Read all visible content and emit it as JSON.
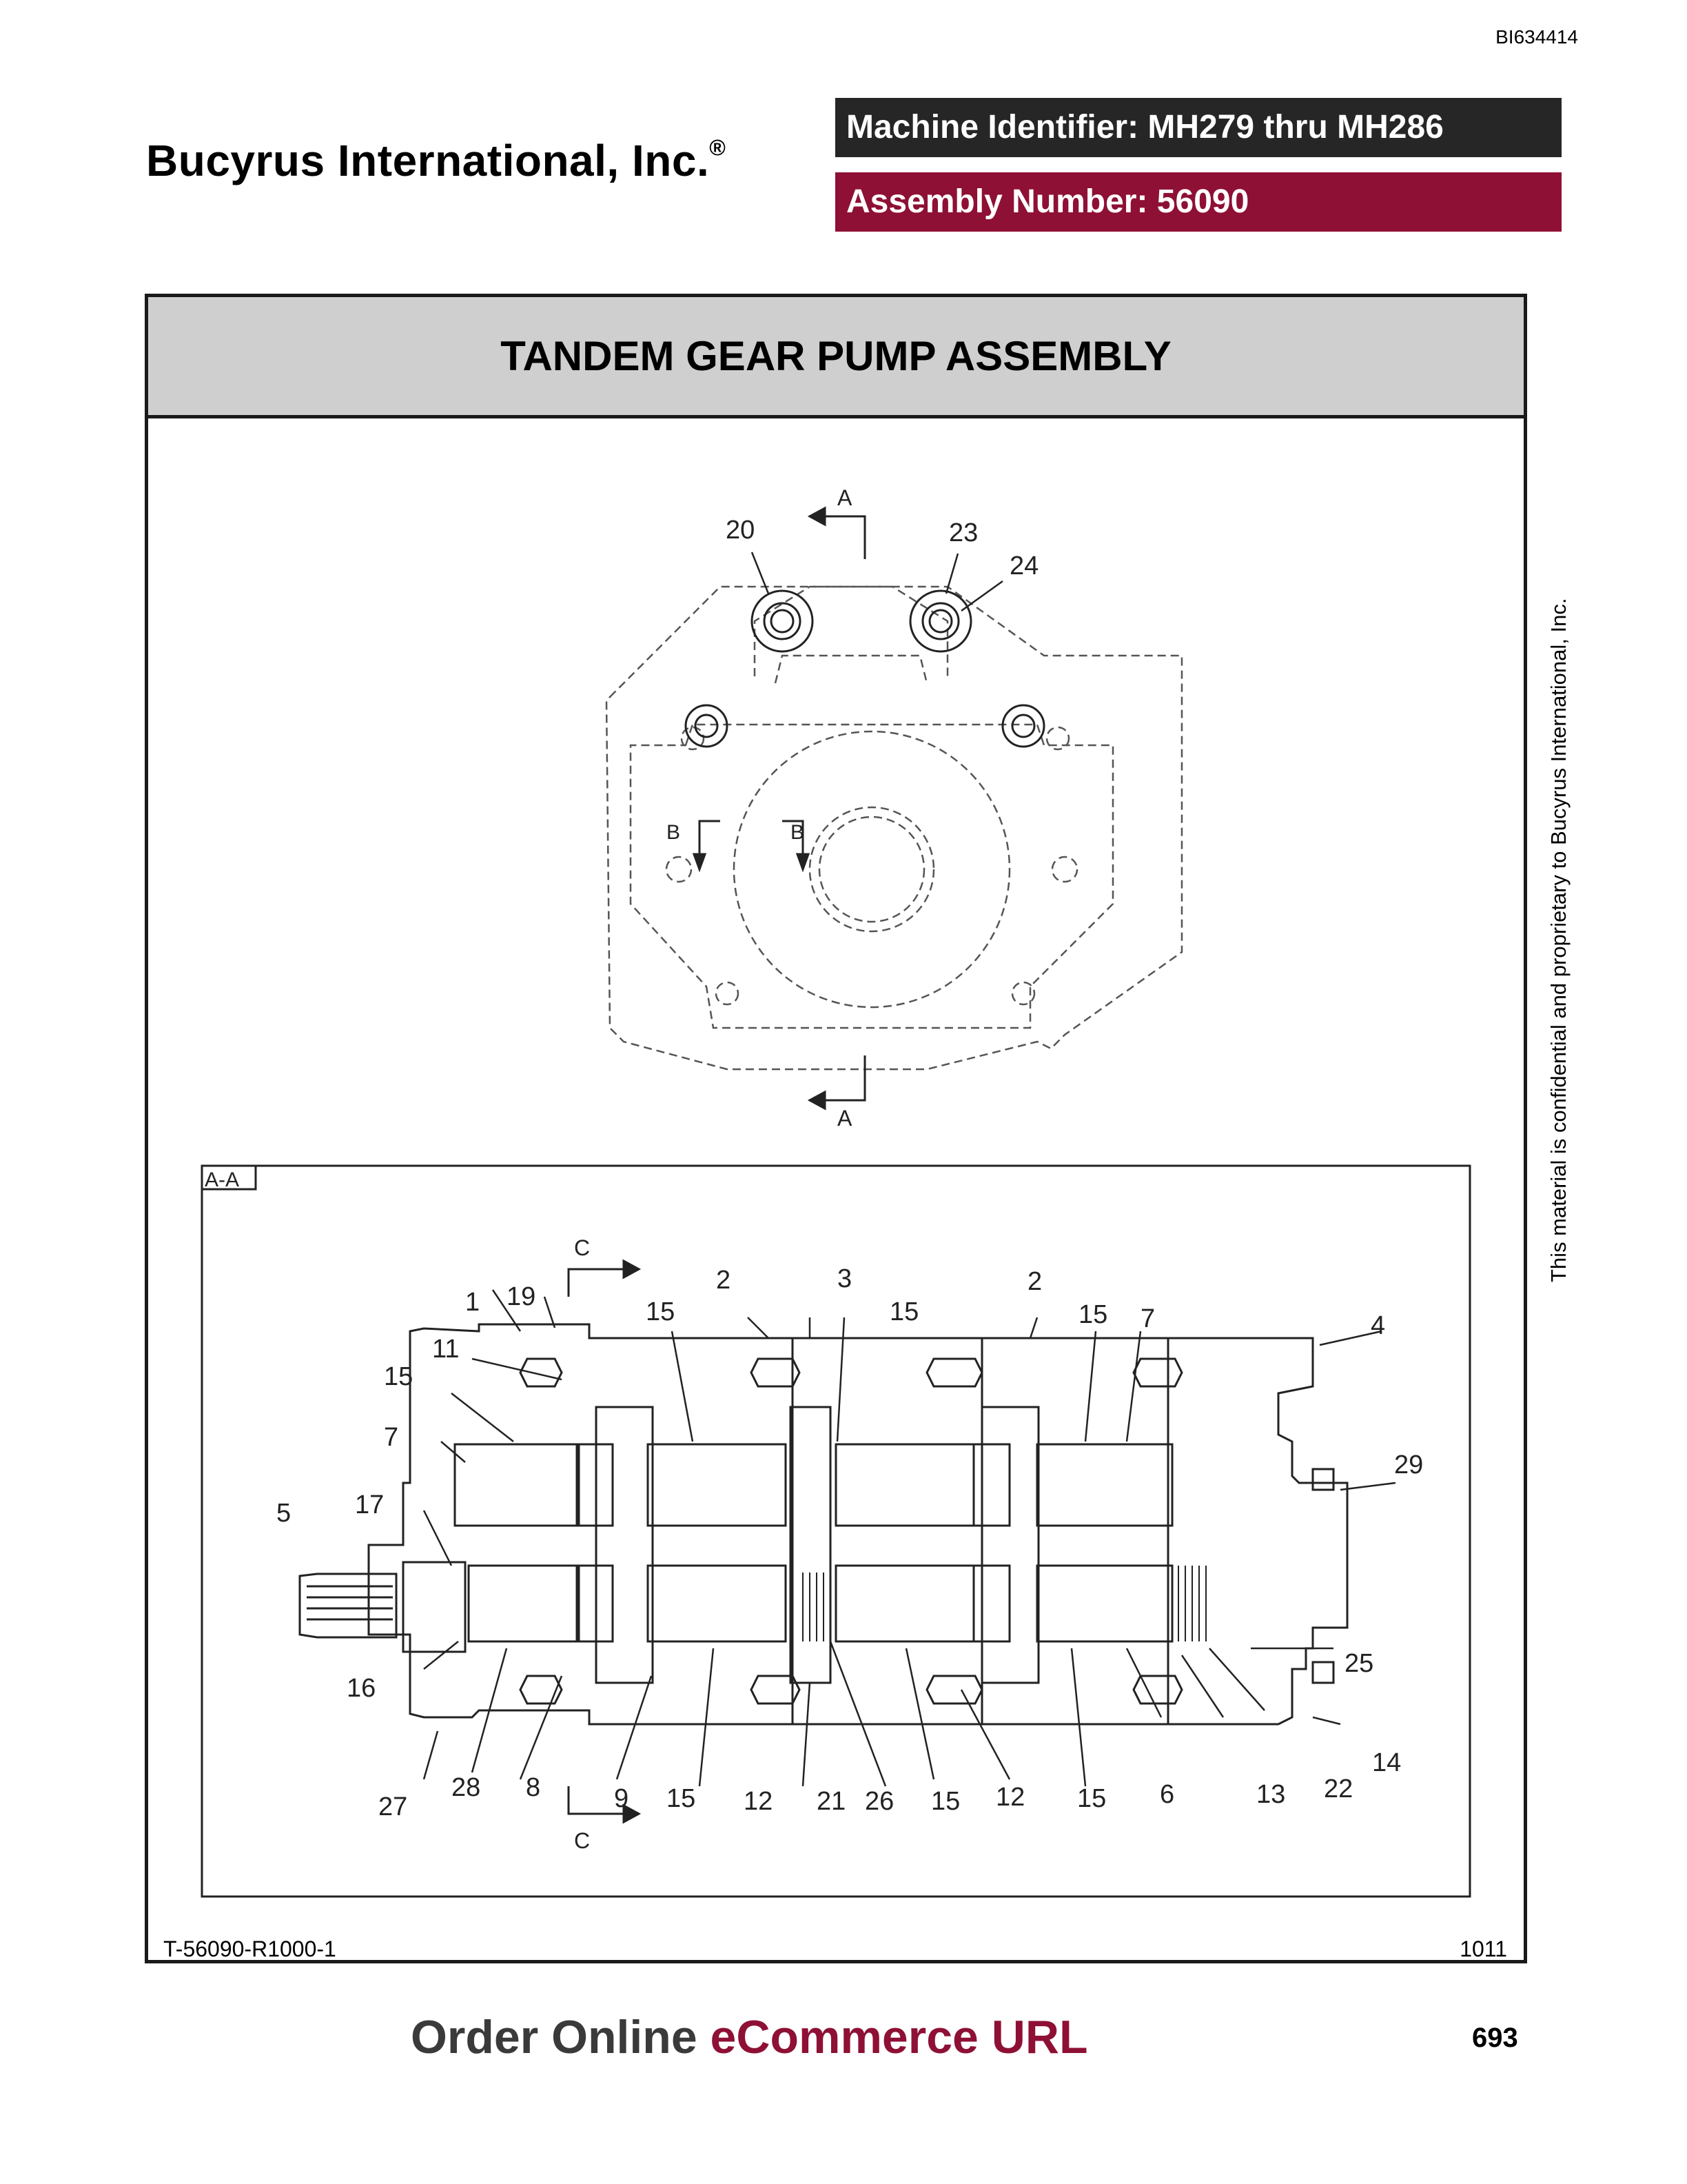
{
  "header": {
    "document_id": "BI634414",
    "company": "Bucyrus International, Inc.",
    "registered_mark": "®",
    "machine_identifier": "Machine Identifier: MH279 thru MH286",
    "assembly_number": "Assembly Number: 56090"
  },
  "drawing": {
    "title": "TANDEM GEAR PUMP ASSEMBLY",
    "section_label": "A-A",
    "section_marks": {
      "a": "A",
      "b": "B",
      "c": "C"
    },
    "callouts_top_view": [
      "20",
      "23",
      "24"
    ],
    "callouts_section_view": [
      "1",
      "19",
      "11",
      "15",
      "7",
      "5",
      "17",
      "16",
      "27",
      "28",
      "8",
      "9",
      "15",
      "12",
      "21",
      "26",
      "15",
      "12",
      "15",
      "6",
      "13",
      "22",
      "14",
      "25",
      "29",
      "4",
      "2",
      "3",
      "15",
      "2",
      "15",
      "7",
      "15"
    ],
    "reference": "T-56090-R1000-1",
    "code": "1011"
  },
  "side_note": "This material is confidential and proprietary to Bucyrus International, Inc.",
  "footer": {
    "order_online": "Order Online",
    "ecommerce_url": "eCommerce URL",
    "page_number": "693"
  }
}
